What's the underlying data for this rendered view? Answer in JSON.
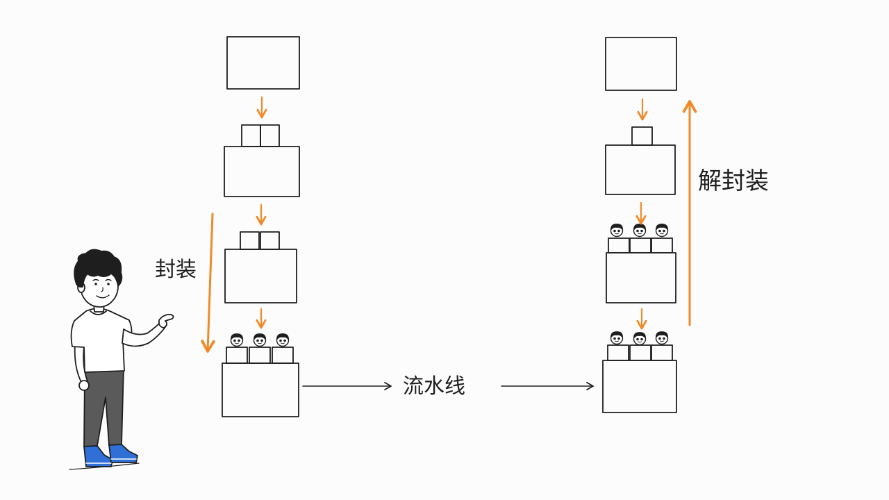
{
  "labels": {
    "encapsulate": "封装",
    "pipeline": "流水线",
    "decapsulate": "解封装"
  },
  "colors": {
    "accent": "#f08a28",
    "ink": "#1e1e1e",
    "background": "#fcfcfc",
    "shirt": "#ffffff",
    "pants": "#5a5a5a",
    "shoes": "#2f6fd6"
  },
  "icons": {
    "person": "cartoon-boy-pointing",
    "small_heads": "face-icon"
  }
}
